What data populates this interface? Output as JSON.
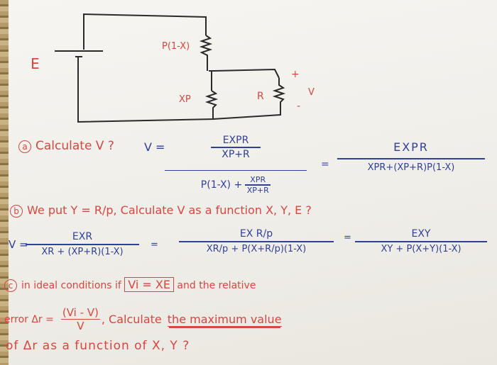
{
  "circuit": {
    "source_label": "E",
    "top_resistor_label": "P(1-X)",
    "bottom_resistor_label": "XP",
    "load_resistor_label": "R",
    "voltage_label": "V",
    "plus_sign": "+",
    "minus_sign": "-"
  },
  "part_a": {
    "marker": "a",
    "prompt": "Calculate V ?",
    "lhs": "V =",
    "inner_num": "EXPR",
    "inner_den": "XP+R",
    "outer_den_left": "P(1-X) +",
    "outer_den_frac_num": "XPR",
    "outer_den_frac_den": "XP+R",
    "equals": "=",
    "result_num": "EXPR",
    "result_den": "XPR+(XP+R)P(1-X)"
  },
  "part_b": {
    "marker": "b",
    "prompt": "We put Y = R/p, Calculate V as a function X, Y, E ?",
    "lhs": "V =",
    "f1_num": "EXR",
    "f1_den": "XR + (XP+R)(1-X)",
    "eq1": "=",
    "f2_num": "EX R/p",
    "f2_den": "XR/p + P(X+R/p)(1-X)",
    "eq2": "=",
    "f3_num": "EXY",
    "f3_den": "XY + P(X+Y)(1-X)"
  },
  "part_c": {
    "marker": "c",
    "line1_pre": "in ideal conditions if",
    "boxed": "Vi = XE",
    "line1_post": "and the relative",
    "line2_pre": "error Δr =",
    "frac_num": "(Vi - V)",
    "frac_den": "V",
    "line2_mid": ", Calculate",
    "line2_underlined": "the maximum value",
    "line3": "of Δr as a function of X, Y ?"
  },
  "colors": {
    "ink_red": "#d9453f",
    "ink_blue": "#2f3f9a",
    "ink_black": "#2a2a2a",
    "paper": "#f3f1ec"
  }
}
